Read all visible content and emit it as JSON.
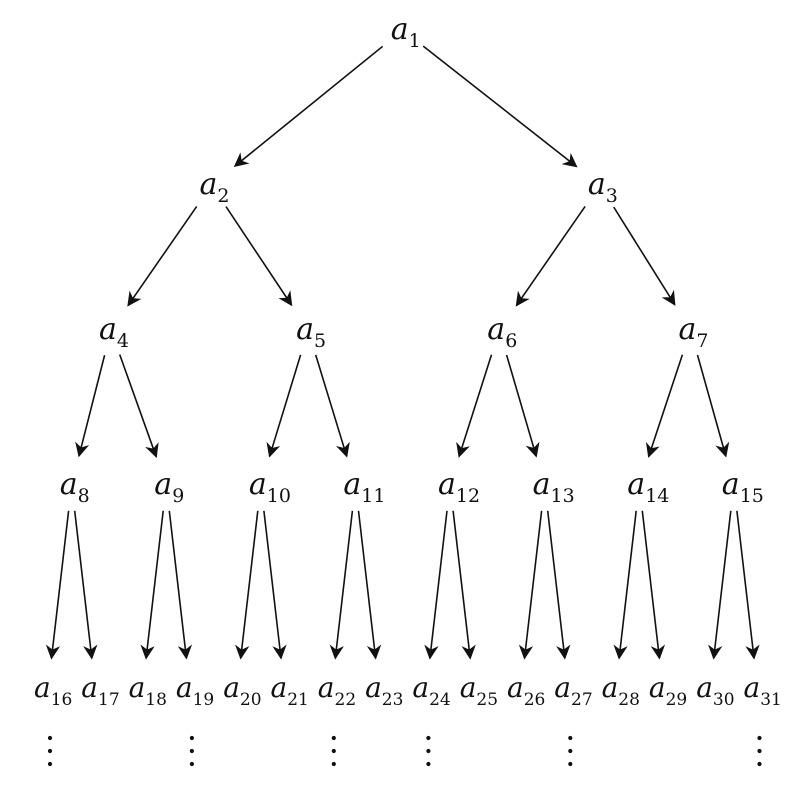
{
  "diagram": {
    "type": "binary-tree",
    "nodes": [
      {
        "id": 1,
        "letter": "a",
        "sub": "1"
      },
      {
        "id": 2,
        "letter": "a",
        "sub": "2"
      },
      {
        "id": 3,
        "letter": "a",
        "sub": "3"
      },
      {
        "id": 4,
        "letter": "a",
        "sub": "4"
      },
      {
        "id": 5,
        "letter": "a",
        "sub": "5"
      },
      {
        "id": 6,
        "letter": "a",
        "sub": "6"
      },
      {
        "id": 7,
        "letter": "a",
        "sub": "7"
      },
      {
        "id": 8,
        "letter": "a",
        "sub": "8"
      },
      {
        "id": 9,
        "letter": "a",
        "sub": "9"
      },
      {
        "id": 10,
        "letter": "a",
        "sub": "10"
      },
      {
        "id": 11,
        "letter": "a",
        "sub": "11"
      },
      {
        "id": 12,
        "letter": "a",
        "sub": "12"
      },
      {
        "id": 13,
        "letter": "a",
        "sub": "13"
      },
      {
        "id": 14,
        "letter": "a",
        "sub": "14"
      },
      {
        "id": 15,
        "letter": "a",
        "sub": "15"
      },
      {
        "id": 16,
        "letter": "a",
        "sub": "16"
      },
      {
        "id": 17,
        "letter": "a",
        "sub": "17"
      },
      {
        "id": 18,
        "letter": "a",
        "sub": "18"
      },
      {
        "id": 19,
        "letter": "a",
        "sub": "19"
      },
      {
        "id": 20,
        "letter": "a",
        "sub": "20"
      },
      {
        "id": 21,
        "letter": "a",
        "sub": "21"
      },
      {
        "id": 22,
        "letter": "a",
        "sub": "22"
      },
      {
        "id": 23,
        "letter": "a",
        "sub": "23"
      },
      {
        "id": 24,
        "letter": "a",
        "sub": "24"
      },
      {
        "id": 25,
        "letter": "a",
        "sub": "25"
      },
      {
        "id": 26,
        "letter": "a",
        "sub": "26"
      },
      {
        "id": 27,
        "letter": "a",
        "sub": "27"
      },
      {
        "id": 28,
        "letter": "a",
        "sub": "28"
      },
      {
        "id": 29,
        "letter": "a",
        "sub": "29"
      },
      {
        "id": 30,
        "letter": "a",
        "sub": "30"
      },
      {
        "id": 31,
        "letter": "a",
        "sub": "31"
      }
    ],
    "edges": [
      [
        1,
        2
      ],
      [
        1,
        3
      ],
      [
        2,
        4
      ],
      [
        2,
        5
      ],
      [
        3,
        6
      ],
      [
        3,
        7
      ],
      [
        4,
        8
      ],
      [
        4,
        9
      ],
      [
        5,
        10
      ],
      [
        5,
        11
      ],
      [
        6,
        12
      ],
      [
        6,
        13
      ],
      [
        7,
        14
      ],
      [
        7,
        15
      ],
      [
        8,
        16
      ],
      [
        8,
        17
      ],
      [
        9,
        18
      ],
      [
        9,
        19
      ],
      [
        10,
        20
      ],
      [
        10,
        21
      ],
      [
        11,
        22
      ],
      [
        11,
        23
      ],
      [
        12,
        24
      ],
      [
        12,
        25
      ],
      [
        13,
        26
      ],
      [
        13,
        27
      ],
      [
        14,
        28
      ],
      [
        14,
        29
      ],
      [
        15,
        30
      ],
      [
        15,
        31
      ]
    ],
    "continuation_marks": [
      {
        "below_node": 16,
        "symbol": "⋮"
      },
      {
        "below_node": 19,
        "symbol": "⋮"
      },
      {
        "below_node": 22,
        "symbol": "⋮"
      },
      {
        "below_node": 24,
        "symbol": "⋮"
      },
      {
        "below_node": 27,
        "symbol": "⋮"
      },
      {
        "below_node": 31,
        "symbol": "⋮"
      }
    ],
    "colors": {
      "ink": "#111111",
      "background": "#ffffff"
    }
  }
}
